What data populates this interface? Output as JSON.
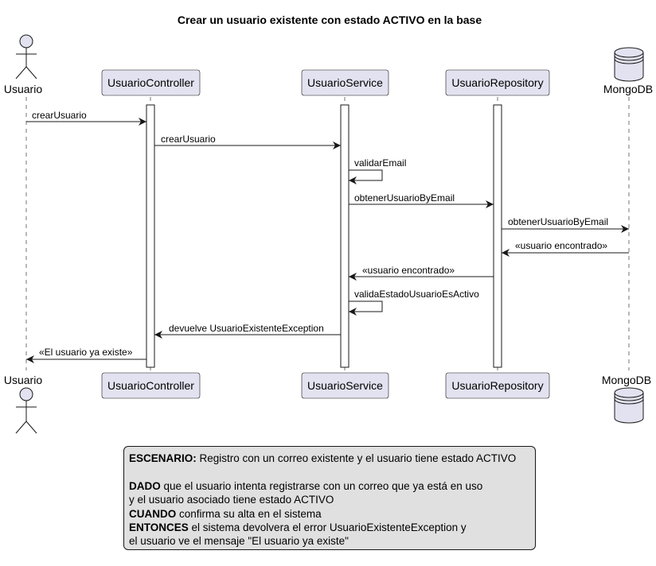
{
  "diagram": {
    "title": "Crear un usuario existente con estado ACTIVO en la base",
    "participants": [
      {
        "id": "usuario",
        "label": "Usuario",
        "kind": "actor"
      },
      {
        "id": "controller",
        "label": "UsuarioController",
        "kind": "participant"
      },
      {
        "id": "service",
        "label": "UsuarioService",
        "kind": "participant"
      },
      {
        "id": "repository",
        "label": "UsuarioRepository",
        "kind": "participant"
      },
      {
        "id": "mongodb",
        "label": "MongoDB",
        "kind": "database"
      }
    ],
    "messages": [
      {
        "from": "usuario",
        "to": "controller",
        "label": "crearUsuario"
      },
      {
        "from": "controller",
        "to": "service",
        "label": "crearUsuario"
      },
      {
        "from": "service",
        "to": "service",
        "label": "validarEmail"
      },
      {
        "from": "service",
        "to": "repository",
        "label": "obtenerUsuarioByEmail"
      },
      {
        "from": "repository",
        "to": "mongodb",
        "label": "obtenerUsuarioByEmail"
      },
      {
        "from": "mongodb",
        "to": "repository",
        "label": "«usuario encontrado»"
      },
      {
        "from": "repository",
        "to": "service",
        "label": "«usuario encontrado»"
      },
      {
        "from": "service",
        "to": "service",
        "label": "validaEstadoUsuarioEsActivo"
      },
      {
        "from": "service",
        "to": "controller",
        "label": "devuelve UsuarioExistenteException"
      },
      {
        "from": "controller",
        "to": "usuario",
        "label": "«El usuario ya existe»"
      }
    ]
  },
  "note": {
    "escenario_key": "ESCENARIO:",
    "escenario_text": " Registro con un correo existente y el usuario tiene estado ACTIVO",
    "dado_key": "DADO",
    "dado_text1": " que el usuario intenta registrarse con un correo que ya está en uso",
    "dado_text2": "y el usuario asociado tiene estado ACTIVO",
    "cuando_key": "CUANDO",
    "cuando_text": " confirma su alta en el sistema",
    "entonces_key": "ENTONCES",
    "entonces_text1": " el sistema devolvera el error UsuarioExistenteException y",
    "entonces_text2": "el usuario ve el mensaje \"El usuario ya existe\""
  },
  "colors": {
    "participant_fill": "#e2e2f0",
    "line": "#181818",
    "lifeline": "#181818",
    "note_fill": "#e0e0e0",
    "activation_fill": "#ffffff"
  }
}
